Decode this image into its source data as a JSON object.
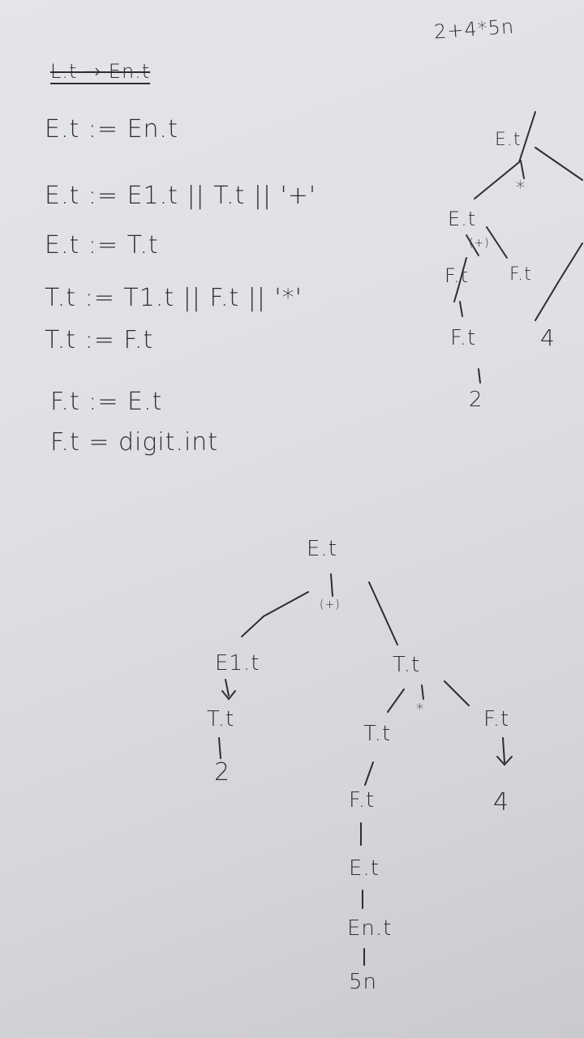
{
  "page": {
    "input_string": "2+4*5n",
    "struck_rule": "L.t → En.t"
  },
  "rules": [
    "E.t := En.t",
    "E.t := E1.t || T.t || '+'",
    "E.t := T.t",
    "T.t := T1.t || F.t || '*'",
    "T.t := F.t",
    "F.t := E.t",
    "F.t = digit.int"
  ],
  "tree_small": {
    "root": "E.t",
    "op_star": "*",
    "left": "E.t",
    "op_plus": "(+)",
    "left_child": "F.t",
    "right_child": "F.t",
    "left_leaf_parent": "F.t",
    "right_leaf": "4",
    "left_leaf": "2"
  },
  "tree_main": {
    "root": "E.t",
    "root_op": "(+)",
    "e1": "E1.t",
    "e1_child": "T.t",
    "e1_leaf": "2",
    "t": "T.t",
    "t_op": "*",
    "t_left": "T.t",
    "t_right": "F.t",
    "t_right_leaf": "4",
    "f": "F.t",
    "f_child": "E.t",
    "en": "En.t",
    "leaf": "5n"
  }
}
